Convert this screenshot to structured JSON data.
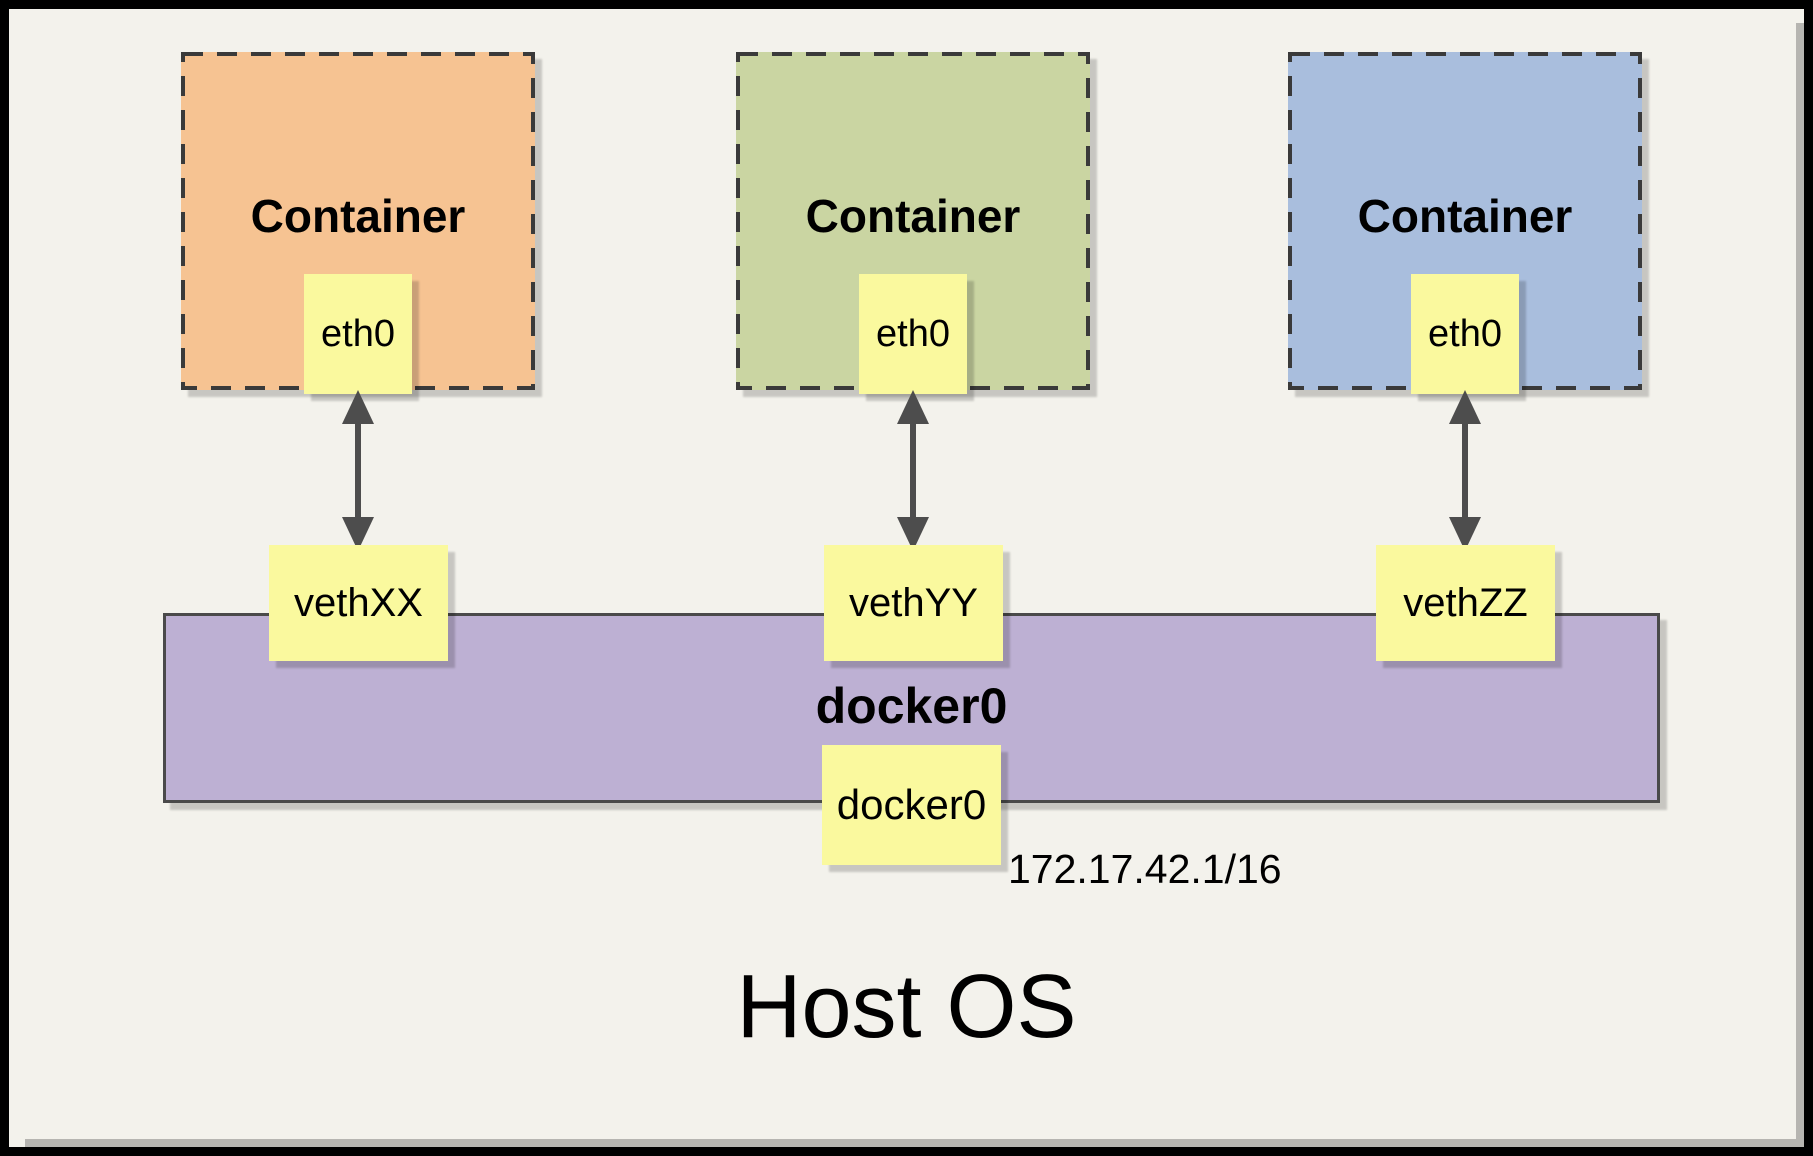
{
  "page": {
    "title": "Host OS",
    "background": "#F3F2EC"
  },
  "containers": [
    {
      "label": "Container",
      "interface_label": "eth0",
      "veth_label": "vethXX",
      "fill": "#F6C392"
    },
    {
      "label": "Container",
      "interface_label": "eth0",
      "veth_label": "vethYY",
      "fill": "#CAD5A2"
    },
    {
      "label": "Container",
      "interface_label": "eth0",
      "veth_label": "vethZZ",
      "fill": "#A9BEDD"
    }
  ],
  "bridge": {
    "label": "docker0",
    "interface_label": "docker0",
    "ip_address": "172.17.42.1/16",
    "fill": "#BDB0D3"
  },
  "colors": {
    "note_yellow": "#FAF99E",
    "arrow_gray": "#4D4D4D",
    "dash_border": "#3A3A3A"
  }
}
